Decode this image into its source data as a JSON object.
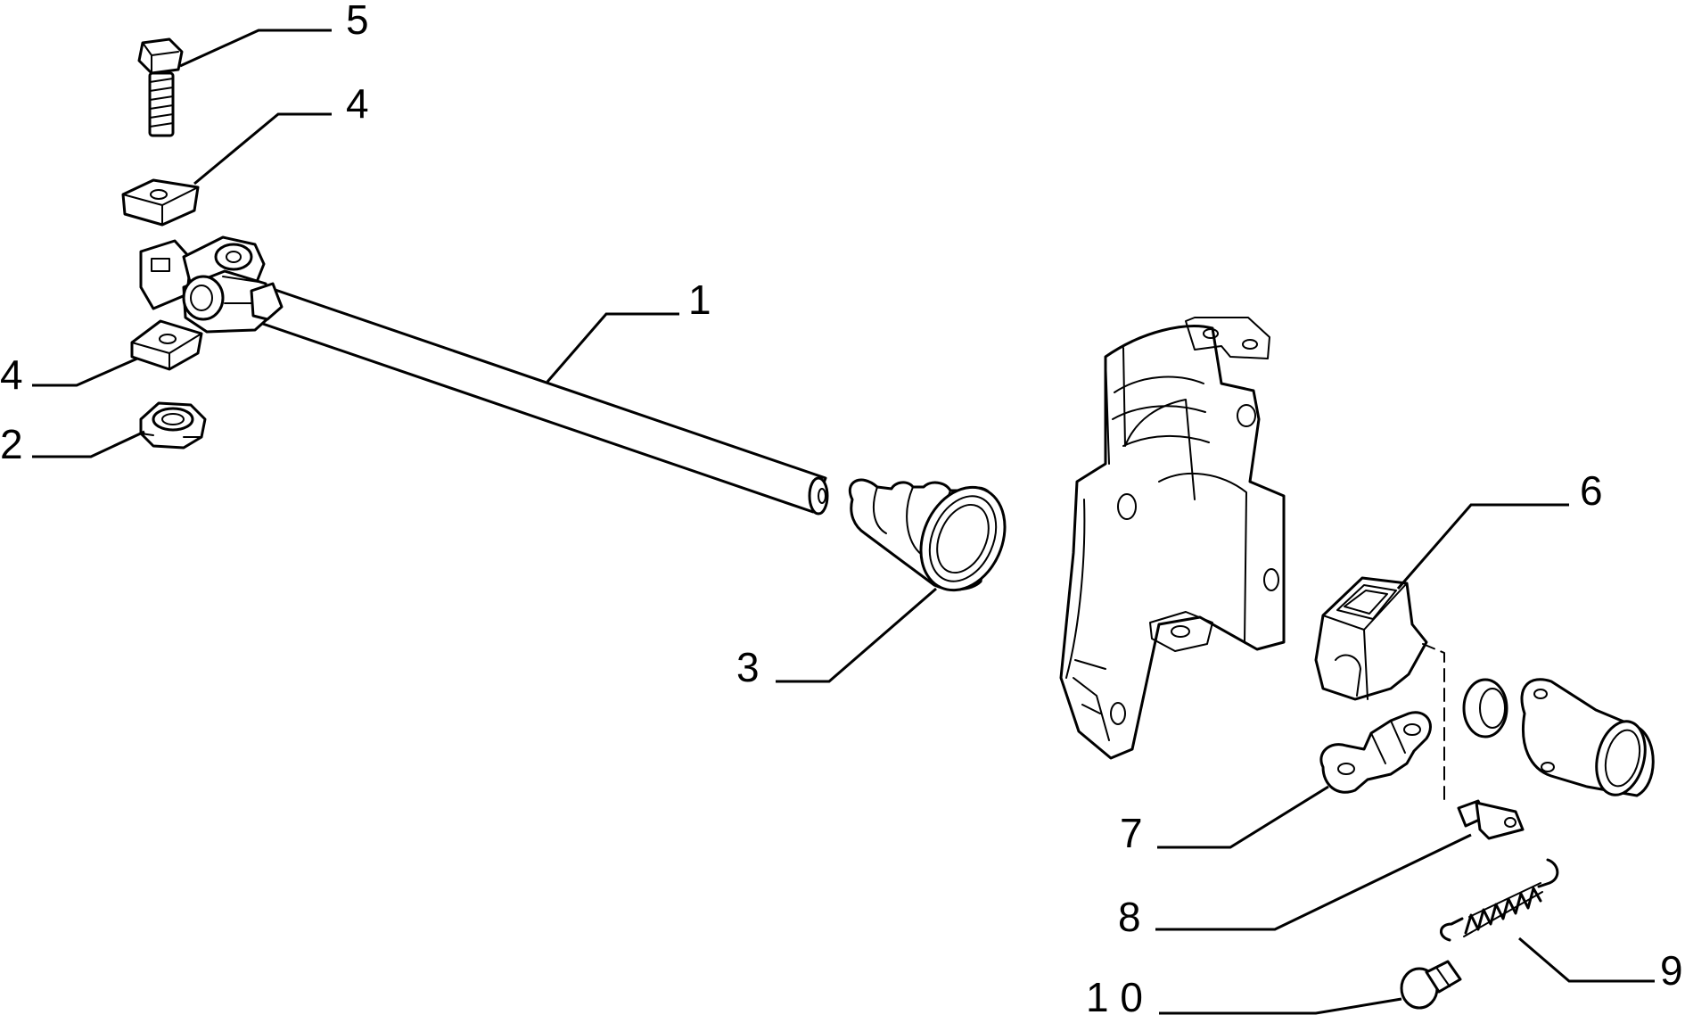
{
  "callouts": {
    "c1": "1",
    "c2": "2",
    "c3": "3",
    "c4a": "4",
    "c4b": "4",
    "c5": "5",
    "c6": "6",
    "c7": "7",
    "c8": "8",
    "c9": "9",
    "c10": "1 0"
  }
}
